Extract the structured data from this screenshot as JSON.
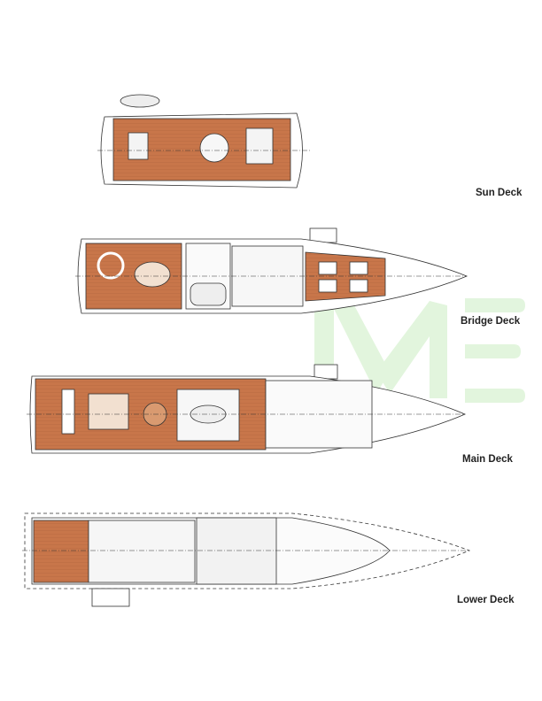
{
  "decks": [
    {
      "label": "Sun Deck"
    },
    {
      "label": "Bridge Deck"
    },
    {
      "label": "Main Deck"
    },
    {
      "label": "Lower Deck"
    }
  ],
  "watermark": {
    "text": "ME"
  },
  "colors": {
    "teak": "#c8764a",
    "line": "#333333",
    "watermark": "#d9f2d4"
  }
}
